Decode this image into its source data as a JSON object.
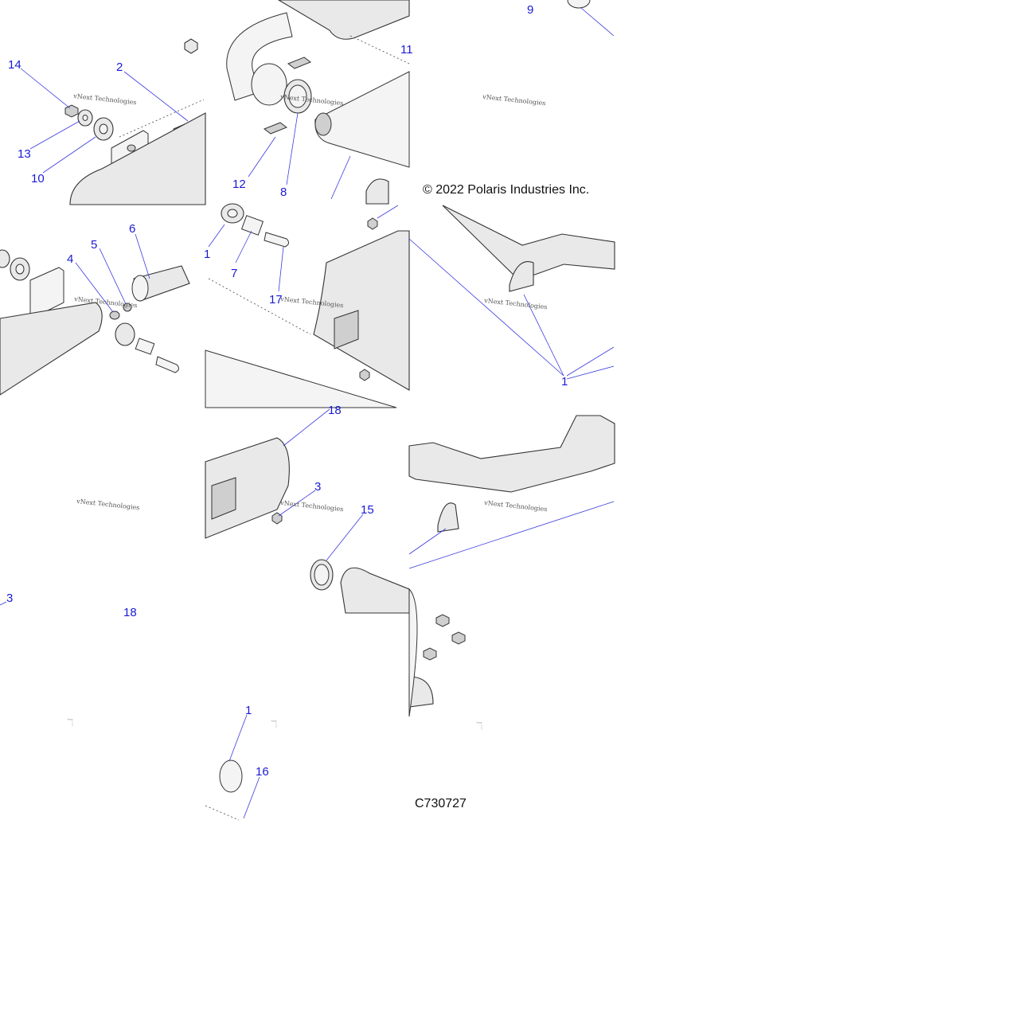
{
  "copyright": "© 2022 Polaris Industries Inc.",
  "diagram_code": "C730727",
  "watermark": "vNext Technologies",
  "callouts": {
    "c14": "14",
    "c2": "2",
    "c13": "13",
    "c10": "10",
    "c12": "12",
    "c8": "8",
    "c11": "11",
    "c9": "9",
    "c6": "6",
    "c5": "5",
    "c4": "4",
    "c1a": "1",
    "c7": "7",
    "c17": "17",
    "c1b": "1",
    "c18a": "18",
    "c3a": "3",
    "c15": "15",
    "c3b": "3",
    "c18b": "18",
    "c1c": "1",
    "c16": "16"
  }
}
